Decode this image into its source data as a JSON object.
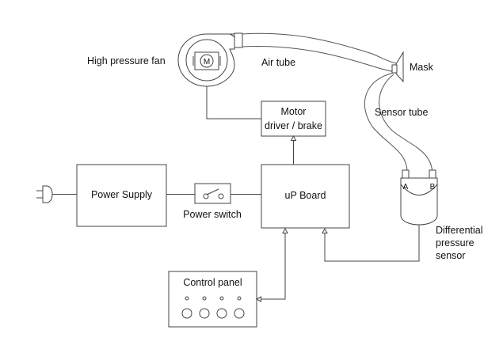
{
  "labels": {
    "fan": "High pressure fan",
    "motor_symbol": "M",
    "air_tube": "Air tube",
    "mask": "Mask",
    "sensor_tube": "Sensor tube",
    "motor_driver_line1": "Motor",
    "motor_driver_line2": "driver / brake",
    "power_supply": "Power Supply",
    "power_switch": "Power switch",
    "up_board": "uP Board",
    "control_panel": "Control panel",
    "sensor_line1": "Differential",
    "sensor_line2": "pressure",
    "sensor_line3": "sensor",
    "port_a": "A",
    "port_b": "B"
  },
  "colors": {
    "stroke": "#444444",
    "text": "#111111",
    "background": "#ffffff"
  },
  "icons": {
    "plug": "power-plug-icon",
    "switch": "switch-icon",
    "fan": "centrifugal-fan-icon",
    "mask": "mask-icon"
  }
}
